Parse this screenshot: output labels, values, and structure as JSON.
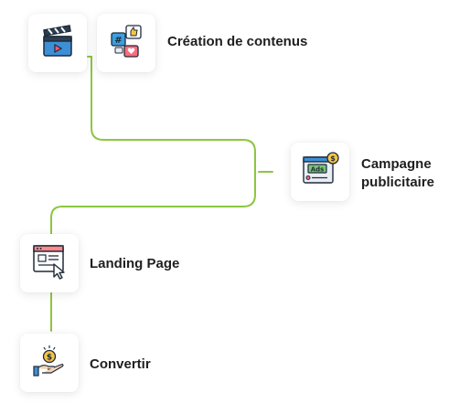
{
  "steps": [
    {
      "label": "Création de contenus",
      "icons": [
        "clapperboard-icon",
        "social-media-icon"
      ]
    },
    {
      "label": "Campagne publicitaire",
      "icons": [
        "ads-icon"
      ],
      "badge": "Ads"
    },
    {
      "label": "Landing Page",
      "icons": [
        "landing-page-icon"
      ]
    },
    {
      "label": "Convertir",
      "icons": [
        "money-hand-icon"
      ]
    }
  ],
  "colors": {
    "connector": "#8cc63f",
    "text": "#1f1f1f"
  }
}
